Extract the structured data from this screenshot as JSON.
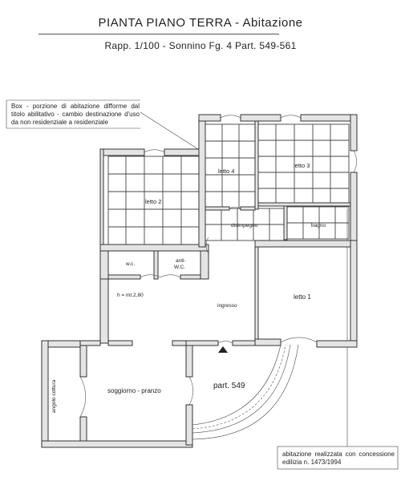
{
  "header": {
    "title": "PIANTA PIANO TERRA - Abitazione",
    "subtitle": "Rapp. 1/100 - Sonnino Fg. 4 Part. 549-561"
  },
  "notes": {
    "box": "Box - porzione di abitazione difforme dal titolo abilitativo - cambio destinazione d'uso da non residenziale a residenziale",
    "concession": "abitazione realizzata con concessione edilizia n. 1473/1994"
  },
  "rooms": {
    "letto4": "letto 4",
    "letto3": "letto 3",
    "letto2": "letto 2",
    "disimpegno": "disimpegno",
    "bagno": "bagno",
    "wc": "w.c.",
    "antiwc_1": "anti-",
    "antiwc_2": "W.C.",
    "height": "h = mt.2,80",
    "ingresso": "ingresso",
    "letto1": "letto 1",
    "soggiorno": "soggiorno - pranzo",
    "angolo": "angolo cottura",
    "part": "part. 549"
  }
}
